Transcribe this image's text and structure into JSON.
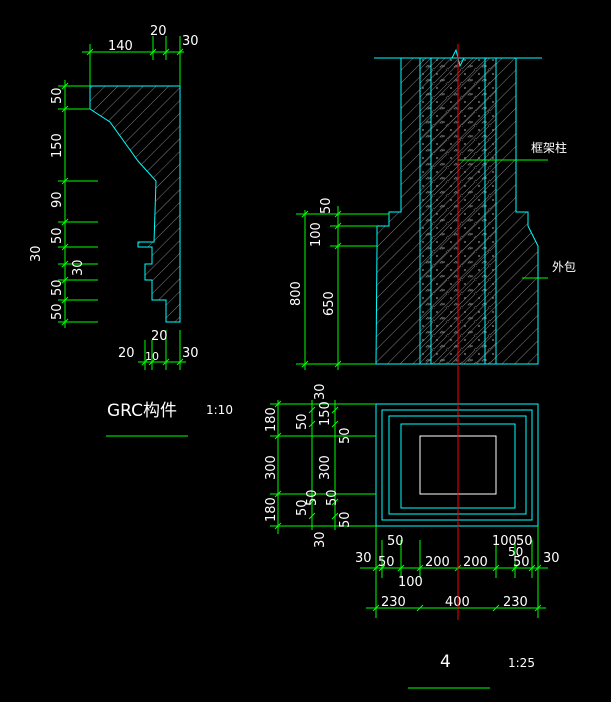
{
  "colors": {
    "background": "#000000",
    "dimension": "#00ff00",
    "outline": "#00ffff",
    "text": "#ffffff",
    "axis": "#ff0000",
    "hatch": "#808080"
  },
  "grc_detail": {
    "title": "GRC构件",
    "scale": "1:10",
    "top_dims": [
      "140",
      "20",
      "30"
    ],
    "left_dims": [
      "50",
      "150",
      "90",
      "50",
      "30",
      "30",
      "50",
      "50"
    ],
    "bottom_dims": [
      "20",
      "20",
      "10",
      "30"
    ]
  },
  "column_elevation": {
    "label_frame_column": "框架柱",
    "label_cladding": "外包",
    "dims": [
      "50",
      "100",
      "800",
      "650"
    ]
  },
  "plan": {
    "left_dims": [
      "30",
      "180",
      "300",
      "180",
      "30"
    ],
    "left_inner_dims": [
      "50",
      "50",
      "50"
    ],
    "right_dims": [
      "150",
      "50",
      "300",
      "50",
      "50",
      "50"
    ],
    "top_right_dim": "100",
    "top_right_dim2": "50",
    "bottom_upper_row": [
      "50",
      "100",
      "50"
    ],
    "bottom_row1": [
      "30",
      "50",
      "200",
      "200",
      "50",
      "30"
    ],
    "bottom_row1b": [
      "100"
    ],
    "bottom_row2": [
      "230",
      "400",
      "230"
    ]
  },
  "drawing": {
    "number": "4",
    "scale": "1:25"
  }
}
